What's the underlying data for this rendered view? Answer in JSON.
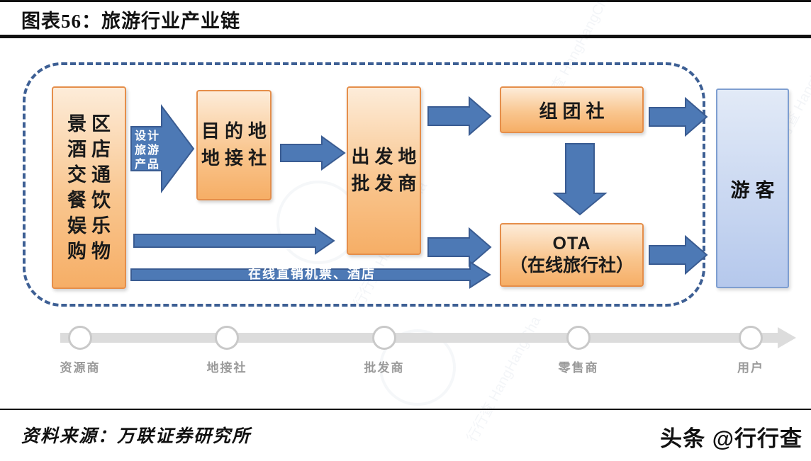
{
  "figure": {
    "title": "图表56：旅游行业产业链",
    "source": "资料来源：万联证券研究所",
    "brand": "头条 @行行查"
  },
  "diagram": {
    "supplier_box": {
      "lines": [
        "景区",
        "酒店",
        "交通",
        "餐饮",
        "娱乐",
        "购物"
      ]
    },
    "design_arrow_label": {
      "lines": [
        "设计",
        "旅游",
        "产品"
      ]
    },
    "destination_box": {
      "lines": [
        "目的地",
        "地接社"
      ]
    },
    "wholesaler_box": {
      "lines": [
        "出发地",
        "批发商"
      ]
    },
    "group_box": {
      "label": "组团社"
    },
    "ota_box": {
      "title": "OTA",
      "subtitle": "（在线旅行社）"
    },
    "tourist_box": {
      "label": "游客"
    },
    "online_direct_label": "在线直销机票、酒店"
  },
  "timeline": {
    "stages": [
      {
        "label": "资源商"
      },
      {
        "label": "地接社"
      },
      {
        "label": "批发商"
      },
      {
        "label": "零售商"
      },
      {
        "label": "用户"
      }
    ]
  },
  "watermark": {
    "text": "行行查 HangHangCha"
  },
  "colors": {
    "orange_top": "#fdecd9",
    "orange_mid": "#f9c68f",
    "orange_bottom": "#f6ae66",
    "orange_border": "#e58e4a",
    "arrow_fill": "#4d79b5",
    "arrow_border": "#3a5c92",
    "tourist_top": "#e2eaf7",
    "tourist_bottom": "#b5c8ec",
    "tourist_border": "#7e9ed0",
    "dashed_border": "#3d5f94",
    "timeline_bar": "#dcdcdc",
    "timeline_node_border": "#c9c9c9",
    "timeline_label": "#9a9a9a"
  }
}
